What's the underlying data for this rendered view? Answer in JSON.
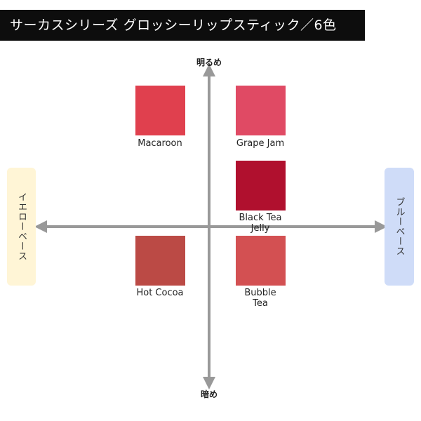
{
  "title": "サーカスシリーズ グロッシーリップスティック／6色",
  "axes": {
    "top": "明るめ",
    "bottom": "暗め",
    "left": "イエローベース",
    "right": "ブルーベース"
  },
  "colors": {
    "axis": "#999999",
    "yellow_base_bg": "#fff5d6",
    "blue_base_bg": "#cfdcf8"
  },
  "shades": [
    {
      "name": "Macaroon",
      "color": "#e0404e"
    },
    {
      "name": "Grape Jam",
      "color": "#e04a64"
    },
    {
      "name": "Black Tea Jelly",
      "color": "#b0102e"
    },
    {
      "name": "Hot Cocoa",
      "color": "#bb4a45"
    },
    {
      "name": "Bubble Tea",
      "color": "#d35052"
    }
  ]
}
